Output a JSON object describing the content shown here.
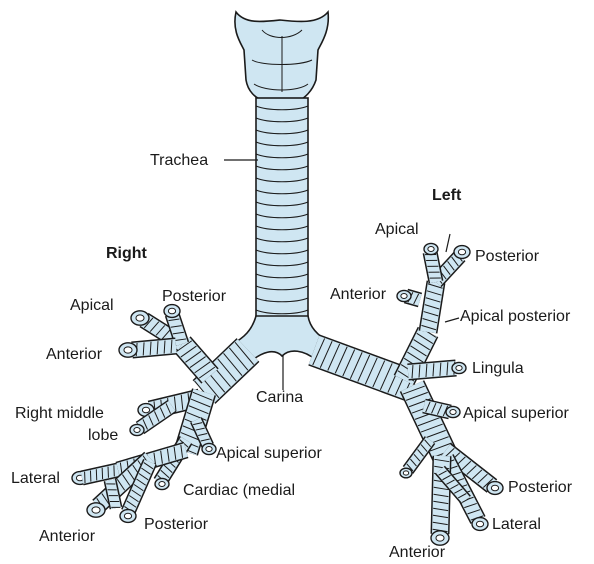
{
  "figure": {
    "colors": {
      "fill": "#cfe6f2",
      "stroke": "#1b1b1b",
      "background": "#ffffff"
    },
    "side_labels": {
      "right": "Right",
      "left": "Left"
    },
    "labels": {
      "trachea": "Trachea",
      "carina": "Carina",
      "right_apical": "Apical",
      "right_posterior": "Posterior",
      "right_anterior": "Anterior",
      "right_middle_lobe_1": "Right middle",
      "right_middle_lobe_2": "lobe",
      "right_apical_superior": "Apical superior",
      "right_cardiac": "Cardiac (medial",
      "right_lateral": "Lateral",
      "right_lower_anterior": "Anterior",
      "right_lower_posterior": "Posterior",
      "left_apical": "Apical",
      "left_posterior": "Posterior",
      "left_anterior": "Anterior",
      "left_apical_posterior": "Apical posterior",
      "left_lingula": "Lingula",
      "left_apical_superior": "Apical superior",
      "left_lower_posterior": "Posterior",
      "left_lateral": "Lateral",
      "left_lower_anterior": "Anterior"
    }
  }
}
